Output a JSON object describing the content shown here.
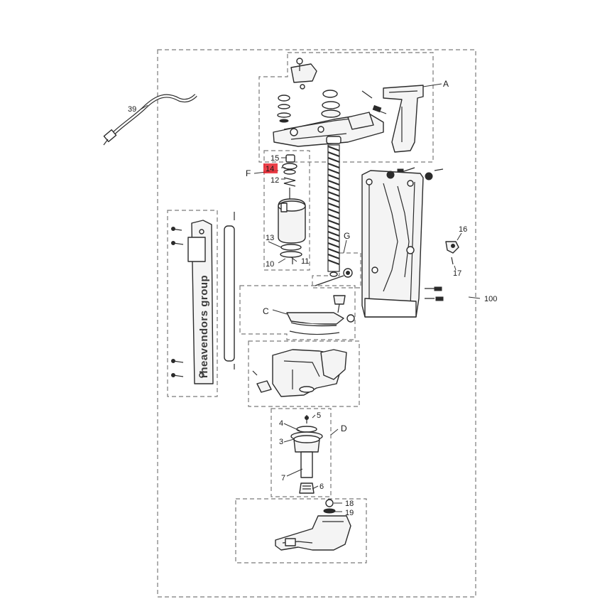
{
  "diagram": {
    "brand_text": "rheavendors group",
    "highlight_color": "#e8202a",
    "highlighted_callout": "14",
    "callouts": {
      "c39": "39",
      "cA": "A",
      "cF": "F",
      "c15": "15",
      "c14": "14",
      "c12": "12",
      "c13": "13",
      "c10": "10",
      "c11": "11",
      "cG": "G",
      "c16": "16",
      "c17": "17",
      "c100": "100",
      "cC": "C",
      "c5": "5",
      "c4": "4",
      "c3": "3",
      "cD": "D",
      "c7": "7",
      "c6": "6",
      "c18": "18",
      "c19": "19"
    }
  }
}
